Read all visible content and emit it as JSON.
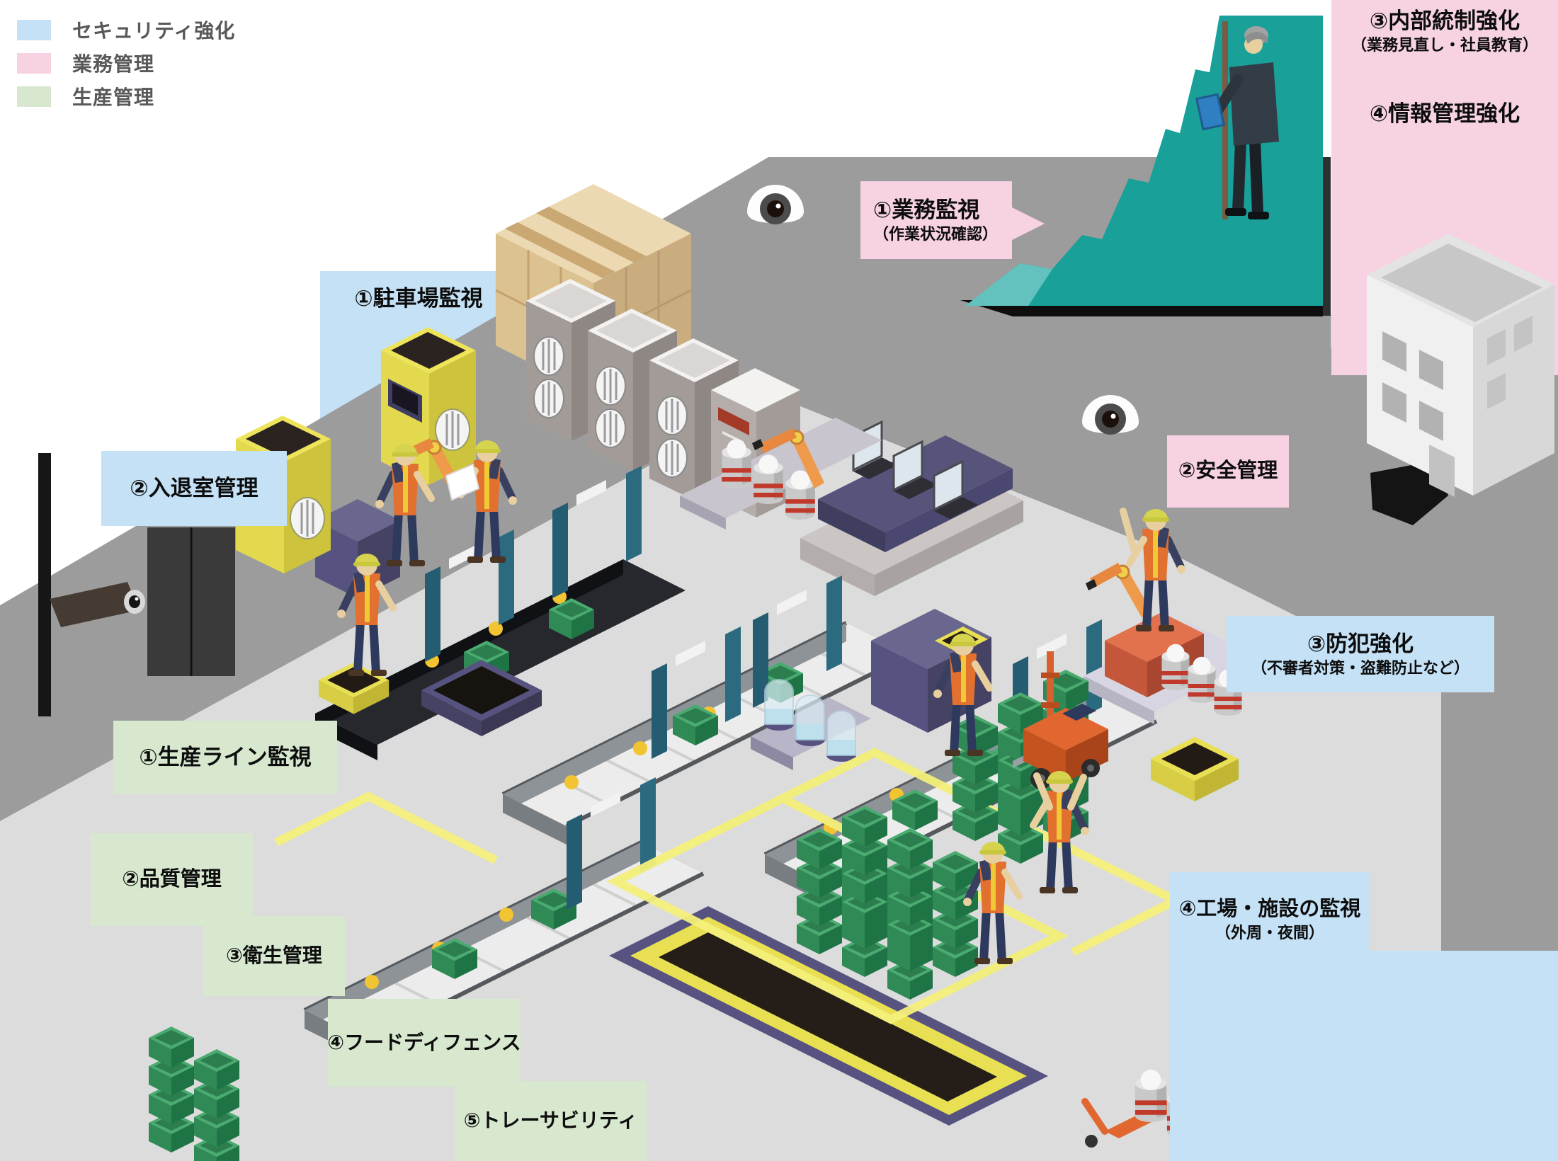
{
  "legend": {
    "items": [
      {
        "id": "security",
        "label": "セキュリティ強化",
        "color": "#c4e1f6"
      },
      {
        "id": "operations",
        "label": "業務管理",
        "color": "#f7d2e3"
      },
      {
        "id": "production",
        "label": "生産管理",
        "color": "#d7e8cf"
      }
    ]
  },
  "callouts": {
    "parking": {
      "title": "①駐車場監視",
      "category": "security"
    },
    "entry_exit": {
      "title": "②入退室管理",
      "category": "security"
    },
    "crime_prevention": {
      "title": "③防犯強化",
      "subtitle": "（不審者対策・盗難防止など）",
      "category": "security"
    },
    "facility_monitor": {
      "title": "④工場・施設の監視",
      "subtitle": "（外周・夜間）",
      "category": "security"
    },
    "work_monitor": {
      "title": "①業務監視",
      "subtitle": "（作業状況確認）",
      "category": "operations"
    },
    "safety": {
      "title": "②安全管理",
      "category": "operations"
    },
    "internal_control": {
      "title": "③内部統制強化",
      "subtitle": "（業務見直し・社員教育）",
      "category": "operations"
    },
    "info_management": {
      "title": "④情報管理強化",
      "category": "operations"
    },
    "production_line": {
      "title": "①生産ライン監視",
      "category": "production"
    },
    "quality": {
      "title": "②品質管理",
      "category": "production"
    },
    "hygiene": {
      "title": "③衛生管理",
      "category": "production"
    },
    "food_defense": {
      "title": "④フードディフェンス",
      "category": "production"
    },
    "traceability": {
      "title": "⑤トレーサビリティ",
      "category": "production"
    }
  },
  "scene": {
    "colors": {
      "wall": "#9c9c9c",
      "floor": "#dcdcdc",
      "growth_graph_teal": "#18a099",
      "crate_green": "#2f8a55",
      "machine_yellow": "#e3d94e",
      "vest_orange": "#e2702f",
      "conveyor_teal": "#245d72",
      "cardboard": "#ecd9b2"
    },
    "icons": [
      "dome-camera",
      "dome-camera",
      "bullet-camera",
      "security-worker",
      "office-building",
      "growth-graph",
      "tablet"
    ]
  }
}
